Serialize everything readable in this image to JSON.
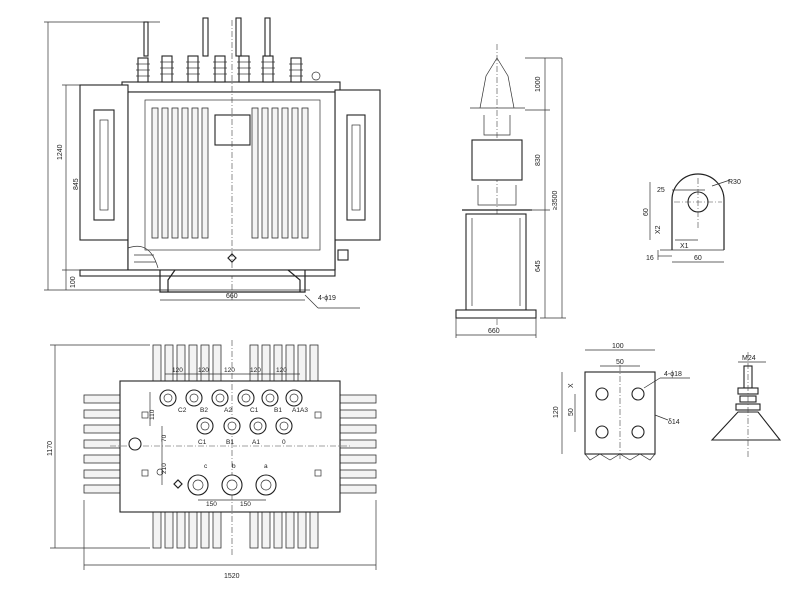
{
  "front_view": {
    "dim_total_height": "1240",
    "dim_body_height": "845",
    "dim_base_height": "100",
    "dim_wheel_span": "660",
    "dim_mount_holes": "4-ϕ19"
  },
  "side_view": {
    "dim_top": "1000",
    "dim_mid": "830",
    "dim_total": "≥3500",
    "dim_bottom": "645",
    "dim_base_width": "660"
  },
  "plan_view": {
    "dim_spacing_row": [
      "120",
      "120",
      "120",
      "120",
      "120"
    ],
    "dim_side_left": "110",
    "dim_mid_left_a": "70",
    "dim_mid_left_b": "210",
    "dim_wheel_a": "150",
    "dim_wheel_b": "150",
    "dim_depth": "1170",
    "dim_width": "1520",
    "hv_labels": [
      "C2",
      "B2",
      "A2",
      "C1",
      "B1",
      "A1",
      "A3"
    ],
    "lv_labels": [
      "C1",
      "B1",
      "A1",
      "0"
    ],
    "term_labels": [
      "c",
      "b",
      "a"
    ]
  },
  "lug_detail": {
    "dim_outer_radius": "R30",
    "dim_width_25": "25",
    "dim_height_60": "60",
    "dim_x1": "X1",
    "dim_x2": "X2",
    "dim_thickness": "16",
    "dim_base_60": "60"
  },
  "plate_detail": {
    "dim_top_100": "100",
    "dim_top_50": "50",
    "dim_side_120": "120",
    "dim_side_50": "50",
    "dim_x": "X",
    "dim_holes": "4-ϕ18",
    "dim_thickness": "δ14"
  },
  "bushing_detail": {
    "dim_thread": "M24"
  }
}
